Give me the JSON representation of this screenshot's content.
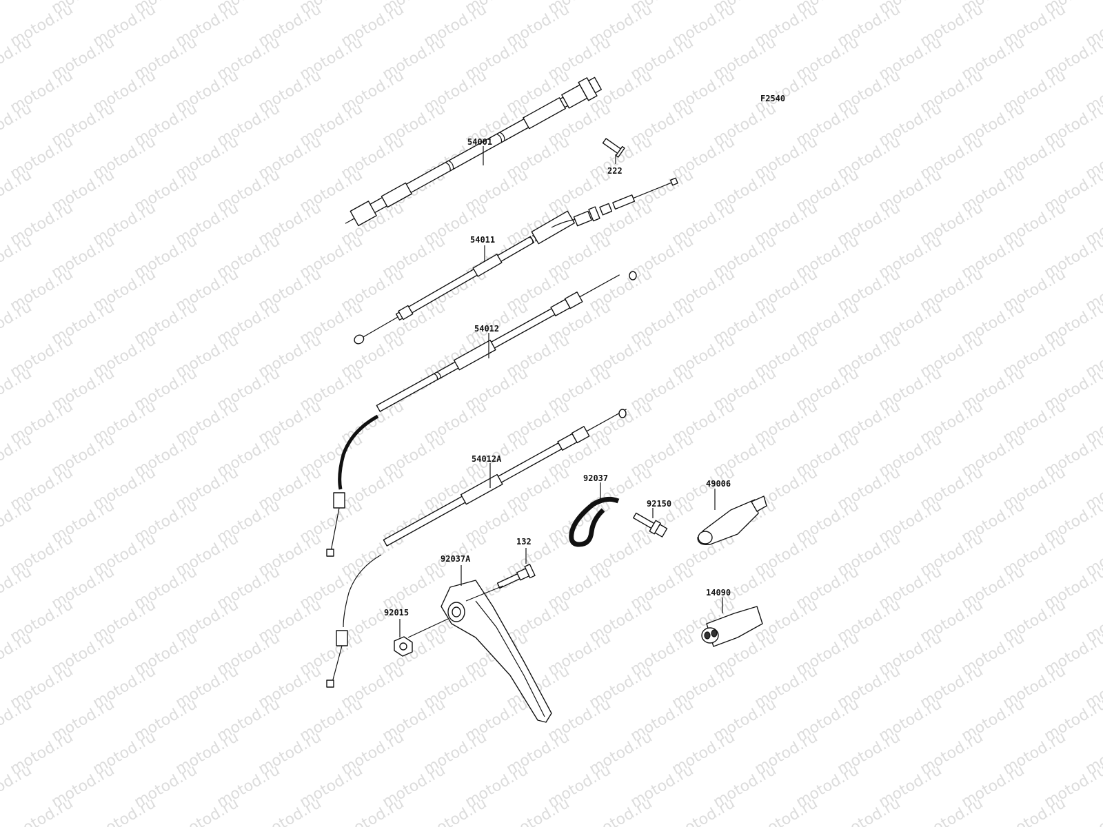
{
  "diagram": {
    "figure_code": "F2540",
    "watermark": "motod.ru",
    "part_labels": [
      "54001",
      "222",
      "54011",
      "54012",
      "54012A",
      "92037",
      "92150",
      "49006",
      "132",
      "92037A",
      "92015",
      "14090"
    ]
  },
  "colors": {
    "background": "#ffffff",
    "ink": "#111111",
    "watermark": "#dcdcdc"
  }
}
